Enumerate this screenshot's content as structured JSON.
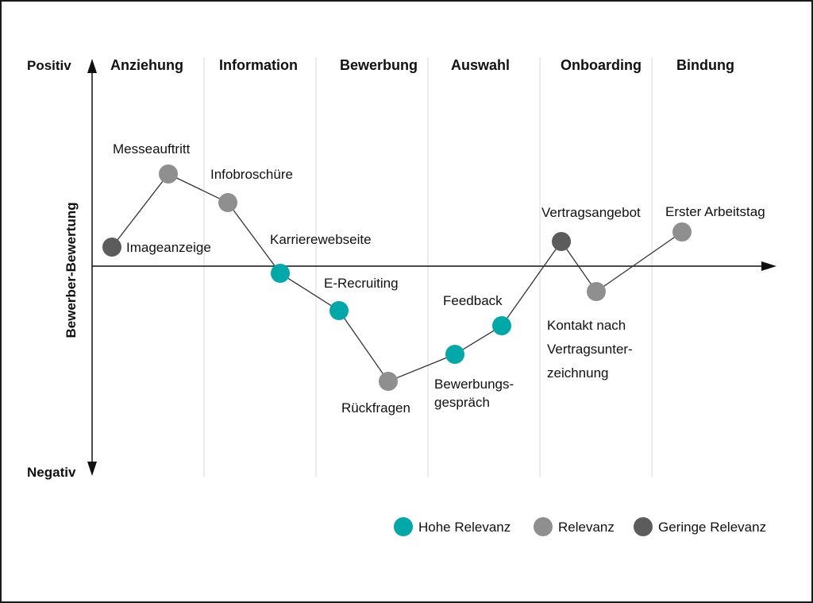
{
  "axis": {
    "top_label": "Positiv",
    "bottom_label": "Negativ",
    "y_title": "Bewerber-Bewertung"
  },
  "phases": [
    "Anziehung",
    "Information",
    "Bewerbung",
    "Auswahl",
    "Onboarding",
    "Bindung"
  ],
  "colors": {
    "hoch": "#00a8a8",
    "mittel": "#8f8f8f",
    "gering": "#5c5c5c",
    "line": "#333333",
    "divider": "#d8d8d8"
  },
  "points": [
    {
      "label": [
        "Imageanzeige"
      ],
      "relevance": "gering"
    },
    {
      "label": [
        "Messeauftritt"
      ],
      "relevance": "mittel"
    },
    {
      "label": [
        "Infobroschüre"
      ],
      "relevance": "mittel"
    },
    {
      "label": [
        "Karrierewebseite"
      ],
      "relevance": "hoch"
    },
    {
      "label": [
        "E-Recruiting"
      ],
      "relevance": "hoch"
    },
    {
      "label": [
        "Rückfragen"
      ],
      "relevance": "mittel"
    },
    {
      "label": [
        "Bewerbungs-",
        "gespräch"
      ],
      "relevance": "hoch"
    },
    {
      "label": [
        "Feedback"
      ],
      "relevance": "hoch"
    },
    {
      "label": [
        "Vertragsangebot"
      ],
      "relevance": "gering"
    },
    {
      "label": [
        "Kontakt nach",
        "Vertragsunter-",
        "zeichnung"
      ],
      "relevance": "mittel"
    },
    {
      "label": [
        "Erster Arbeitstag"
      ],
      "relevance": "mittel"
    }
  ],
  "legend": [
    {
      "label": "Hohe Relevanz",
      "relevance": "hoch"
    },
    {
      "label": "Relevanz",
      "relevance": "mittel"
    },
    {
      "label": "Geringe Relevanz",
      "relevance": "gering"
    }
  ]
}
